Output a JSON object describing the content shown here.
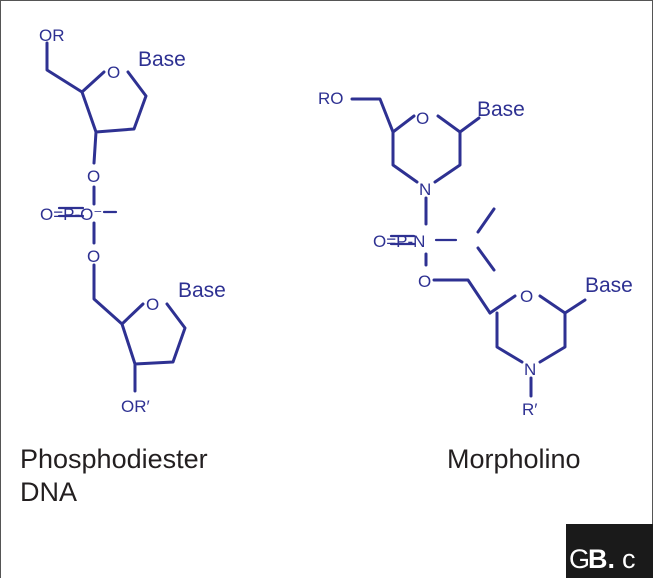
{
  "colors": {
    "structure": "#2e3192",
    "caption_text": "#231f20",
    "logo_bg": "#1a1a1a",
    "logo_text": "#ffffff"
  },
  "phosphodiester": {
    "caption_line1": "Phosphodiester",
    "caption_line2": "DNA",
    "or_label": "OR",
    "ring_o_top": "O",
    "base_top": "Base",
    "o_link_upper": "O",
    "phosphate": "O=P-O⁻",
    "o_link_lower": "O",
    "ring_o_bottom": "O",
    "base_bottom": "Base",
    "or_prime_label": "OR′"
  },
  "morpholino": {
    "caption": "Morpholino",
    "ro_label": "RO",
    "ring_o_top": "O",
    "base_top": "Base",
    "ring_n_top": "N",
    "phosphorodiamidate": "O=P-N",
    "o_link": "O",
    "ring_o_bottom": "O",
    "base_bottom": "Base",
    "ring_n_bottom": "N",
    "r_prime_label": "R′"
  },
  "logo": {
    "part1": "G",
    "part2": "B.",
    "part3": "c"
  }
}
